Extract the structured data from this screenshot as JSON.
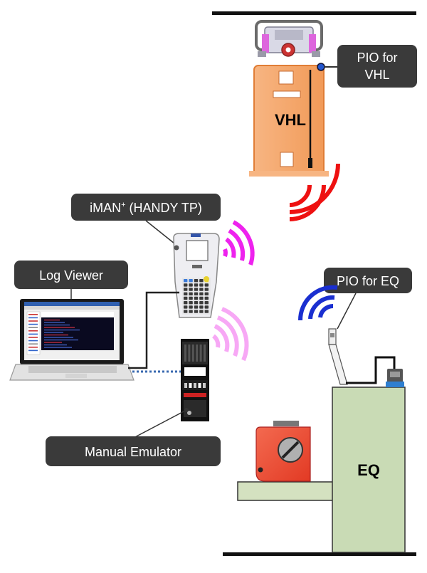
{
  "labels": {
    "pio_vhl_line1": "PIO for",
    "pio_vhl_line2": "VHL",
    "vhl": "VHL",
    "iman_main": "iMAN",
    "iman_sup": "+",
    "iman_rest": " (HANDY TP)",
    "log_viewer": "Log Viewer",
    "pio_eq": "PIO for EQ",
    "manual_emulator": "Manual Emulator",
    "eq": "EQ"
  },
  "colors": {
    "callout_bg": "#3a3a3a",
    "vhl_body": "#f4a56a",
    "vhl_border": "#e07d35",
    "eq_body": "#c9dbb5",
    "shelf": "#d4e1c0",
    "box_red": "#ee4b35",
    "wave_red": "#ee1111",
    "wave_magenta": "#ee22ee",
    "wave_pink": "#f7a8f5",
    "wave_blue": "#1a2fd0",
    "cable_dotted": "#3a6ab0"
  }
}
